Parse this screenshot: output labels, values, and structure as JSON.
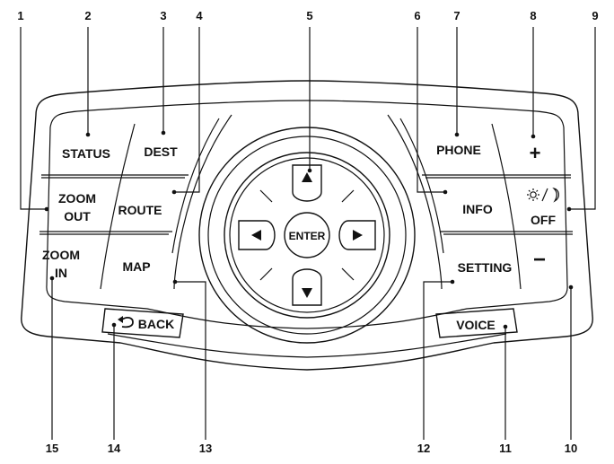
{
  "buttons": {
    "status": "STATUS",
    "dest": "DEST",
    "zoom_out_line1": "ZOOM",
    "zoom_out_line2": "OUT",
    "route": "ROUTE",
    "zoom_in_line1": "ZOOM",
    "zoom_in_line2": "IN",
    "map": "MAP",
    "back": "BACK",
    "enter": "ENTER",
    "phone": "PHONE",
    "plus": "+",
    "info": "INFO",
    "off": "OFF",
    "setting": "SETTING",
    "minus": "−",
    "voice": "VOICE"
  },
  "callouts": [
    "1",
    "2",
    "3",
    "4",
    "5",
    "6",
    "7",
    "8",
    "9",
    "10",
    "11",
    "12",
    "13",
    "14",
    "15"
  ]
}
